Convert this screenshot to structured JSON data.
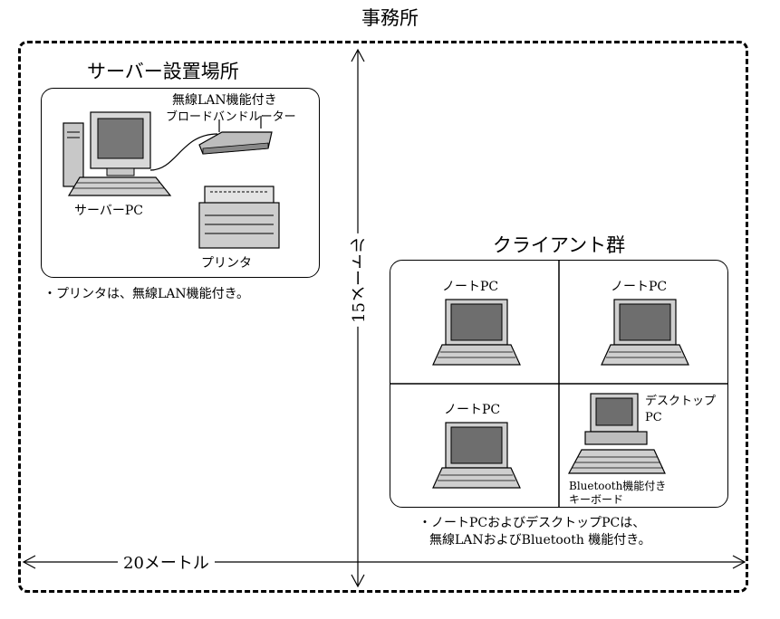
{
  "office": {
    "title": "事務所"
  },
  "server_area": {
    "title": "サーバー設置場所",
    "router_label_1": "無線LAN機能付き",
    "router_label_2": "ブロードバンドルーター",
    "server_label": "サーバーPC",
    "printer_label": "プリンタ",
    "note": "・プリンタは、無線LAN機能付き。"
  },
  "client_area": {
    "title": "クライアント群",
    "notebook_label": "ノートPC",
    "desktop_label_1": "デスクトップ",
    "desktop_label_2": "PC",
    "keyboard_label_1": "Bluetooth機能付き",
    "keyboard_label_2": "キーボード",
    "note_1": "・ノートPCおよびデスクトップPCは、",
    "note_2": "無線LANおよびBluetooth 機能付き。"
  },
  "dimensions": {
    "vertical": "15メートル",
    "horizontal": "20メートル"
  }
}
